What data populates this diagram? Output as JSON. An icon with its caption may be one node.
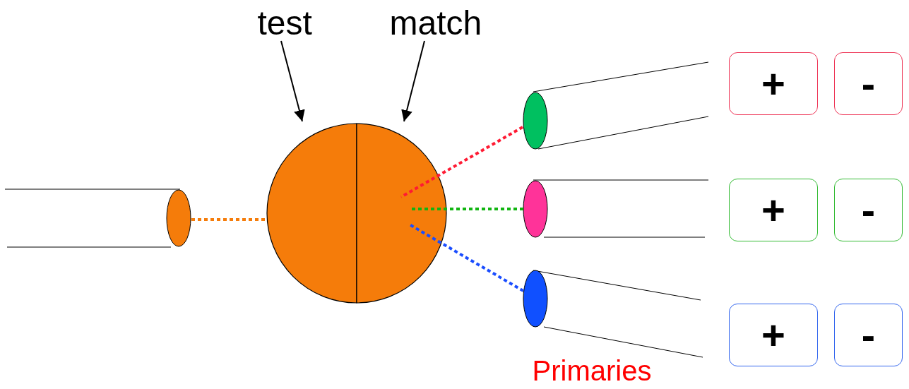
{
  "diagram": {
    "nodes": [
      {
        "text": [
          "test"
        ]
      },
      {
        "text": [
          "match"
        ]
      },
      {
        "text": [],
        "shape": "semicircle"
      },
      {
        "text": [],
        "shape": "semicircle"
      },
      {
        "text": [],
        "shape": "cylinder"
      },
      {
        "text": [],
        "shape": "cylinder"
      },
      {
        "text": [],
        "shape": "cylinder"
      },
      {
        "text": [],
        "shape": "cylinder"
      },
      {
        "text": [
          "+"
        ]
      },
      {
        "text": [
          "-"
        ]
      },
      {
        "text": [
          "+"
        ]
      },
      {
        "text": [
          "-"
        ]
      },
      {
        "text": [
          "+"
        ]
      },
      {
        "text": [
          "-"
        ]
      }
    ],
    "edges": [
      {
        "from": 0,
        "to": 2,
        "arrow": "to"
      },
      {
        "from": 1,
        "to": 3,
        "arrow": "to"
      },
      {
        "from": 4,
        "to": 2,
        "arrow": "none",
        "style": "dashed",
        "color": "#f57c0a"
      },
      {
        "from": 5,
        "to": 3,
        "arrow": "none",
        "style": "dashed",
        "color": "#ff1a33"
      },
      {
        "from": 6,
        "to": 3,
        "arrow": "none",
        "style": "dashed",
        "color": "#11b511"
      },
      {
        "from": 7,
        "to": 3,
        "arrow": "none",
        "style": "dashed",
        "color": "#1a4dff"
      }
    ],
    "labels": [
      "Primaries"
    ]
  }
}
